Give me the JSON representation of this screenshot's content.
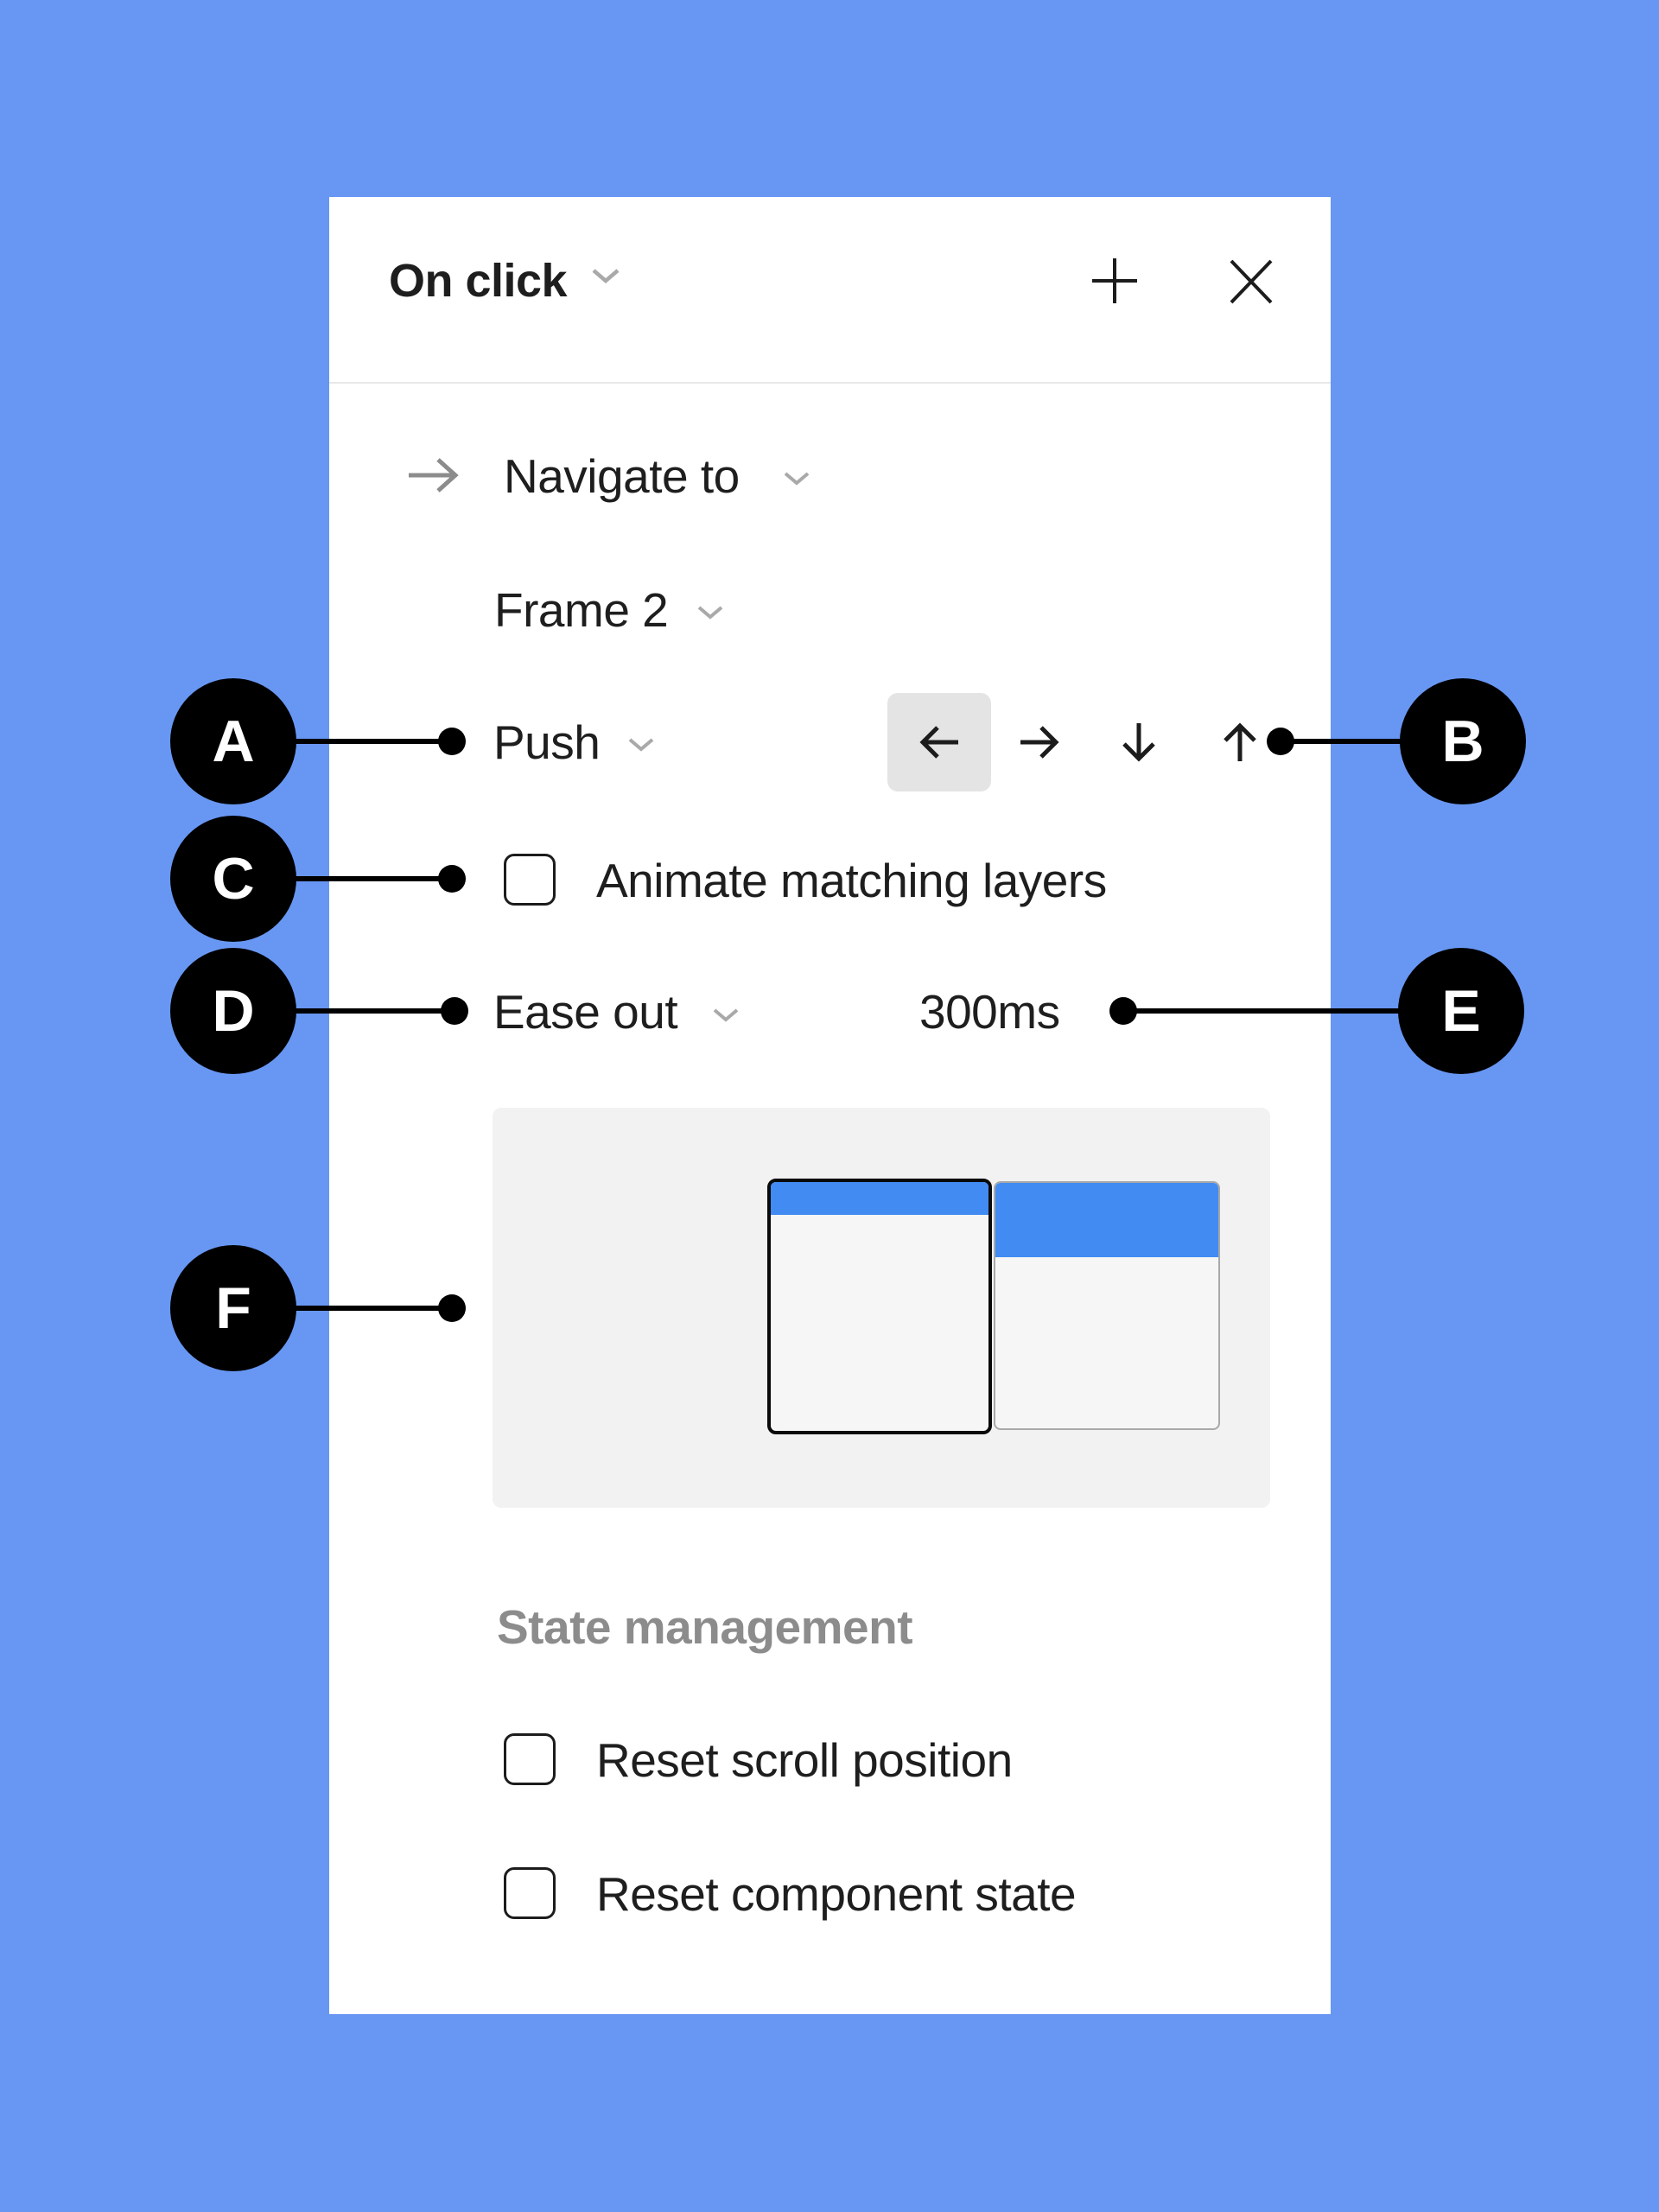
{
  "colors": {
    "background": "#6897F3",
    "panel": "#FFFFFF",
    "divider": "#E8E8E8",
    "text": "#1E1E1E",
    "muted_text": "#8C8C8C",
    "chevron": "#A9A9A9",
    "nav_arrow": "#8C8C8C",
    "selected_bg": "#E4E4E4",
    "preview_bg": "#F2F2F2",
    "frame_bg": "#F6F6F6",
    "frame_header": "#418BF2",
    "frame_border_dark": "#0A0A0A",
    "frame_border_light": "#A9A9A9",
    "annotation": "#000000",
    "annotation_letter": "#FFFFFF"
  },
  "panel": {
    "header": {
      "title": "On click",
      "dropdown_icon": "chevron-down-icon",
      "add_icon": "plus-icon",
      "close_icon": "close-icon"
    },
    "action_row": {
      "icon": "arrow-right-icon",
      "label": "Navigate to"
    },
    "destination_row": {
      "label": "Frame 2"
    },
    "transition_row": {
      "label": "Push",
      "directions": [
        {
          "id": "left",
          "icon": "arrow-left-icon",
          "selected": true
        },
        {
          "id": "right",
          "icon": "arrow-right-icon",
          "selected": false
        },
        {
          "id": "down",
          "icon": "arrow-down-icon",
          "selected": false
        },
        {
          "id": "up",
          "icon": "arrow-up-icon",
          "selected": false
        }
      ]
    },
    "animate_row": {
      "label": "Animate matching layers",
      "checked": false
    },
    "easing_row": {
      "easing_label": "Ease out",
      "duration": "300ms"
    },
    "preview": {
      "frames": 2
    },
    "state_management": {
      "title": "State management",
      "options": [
        {
          "label": "Reset scroll position",
          "checked": false
        },
        {
          "label": "Reset component state",
          "checked": false
        }
      ]
    }
  },
  "annotations": [
    {
      "letter": "A"
    },
    {
      "letter": "B"
    },
    {
      "letter": "C"
    },
    {
      "letter": "D"
    },
    {
      "letter": "E"
    },
    {
      "letter": "F"
    }
  ]
}
